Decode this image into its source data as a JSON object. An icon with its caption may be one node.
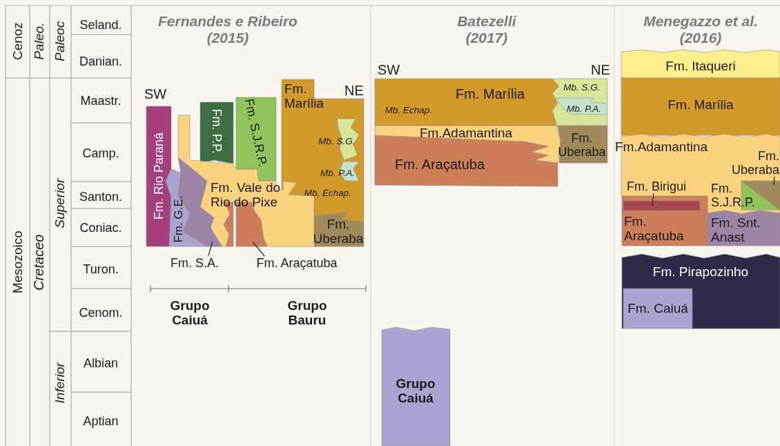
{
  "diagram": {
    "nodes": [
      {
        "text": [
          "Fm. Rio Paraná"
        ]
      },
      {
        "text": [
          "Fm. G.E."
        ]
      },
      {
        "text": [],
        "shape": "band"
      },
      {
        "text": [
          "Fm. P.P."
        ]
      },
      {
        "text": [
          "Fm. Vale do Rio do Pixe"
        ]
      },
      {
        "text": [
          "Fm. S.J.R.P."
        ]
      },
      {
        "text": [
          "Fm. Marília",
          "Mb. Echap."
        ]
      },
      {
        "text": [
          "Mb. S.G."
        ],
        "in": 6
      },
      {
        "text": [
          "Mb. P.A."
        ],
        "in": 6
      },
      {
        "text": [
          "Fm. Uberaba"
        ]
      },
      {
        "text": [],
        "shape": "band"
      },
      {
        "text": [
          "Fm. S.A."
        ]
      },
      {
        "text": [
          "Fm. Araçatuba"
        ]
      },
      {
        "text": [
          "Fm. Marília",
          "Mb. Echap."
        ]
      },
      {
        "text": [
          "Mb. S.G."
        ]
      },
      {
        "text": [
          "Mb. P.A."
        ],
        "in": 14
      },
      {
        "text": [
          "Fm.Adamantina"
        ]
      },
      {
        "text": [
          "Fm. Araçatuba"
        ]
      },
      {
        "text": [
          "Fm. Uberaba"
        ]
      },
      {
        "text": [
          "Grupo Caiuá"
        ]
      },
      {
        "text": [
          "Fm. Itaqueri"
        ]
      },
      {
        "text": [
          "Fm. Marília"
        ]
      },
      {
        "text": [
          "Fm.Adamantina"
        ]
      },
      {
        "text": [
          "Fm. Birigui"
        ],
        "in": 22
      },
      {
        "text": [
          "Fm. Araçatuba"
        ]
      },
      {
        "text": [],
        "shape": "bar",
        "in": 24
      },
      {
        "text": [
          "Fm. S.J.R.P."
        ],
        "in": 22
      },
      {
        "text": [
          "Fm. Uberaba"
        ],
        "in": 22
      },
      {
        "text": [],
        "shape": "triangle",
        "in": 26
      },
      {
        "text": [
          "Fm. Snt. Anast"
        ]
      },
      {
        "text": [
          "Fm. Pirapozinho"
        ]
      },
      {
        "text": [
          "Fm. Caiuá"
        ],
        "in": 30
      }
    ],
    "edges": [
      {
        "from": 11,
        "to": 2,
        "arrow": "none"
      },
      {
        "from": 12,
        "to": 10,
        "arrow": "none"
      },
      {
        "from": 23,
        "to": 25,
        "arrow": "none"
      },
      {
        "from": 27,
        "to": 28,
        "arrow": "none"
      }
    ],
    "labels": [
      "Cenoz",
      "Paleo.",
      "Paleoc",
      "Seland.",
      "Danian.",
      "Mesozoico",
      "Cretaceo",
      "Superior",
      "Maastr.",
      "Camp.",
      "Santon.",
      "Coniac.",
      "Turon.",
      "Cenom.",
      "Inferior",
      "Albian",
      "Aptian",
      "Fernandes e Ribeiro (2015)",
      "Batezelli (2017)",
      "Menegazzo et al. (2016)",
      "SW",
      "NE",
      "Grupo Caiuá",
      "Grupo Bauru",
      "SW",
      "NE"
    ]
  }
}
